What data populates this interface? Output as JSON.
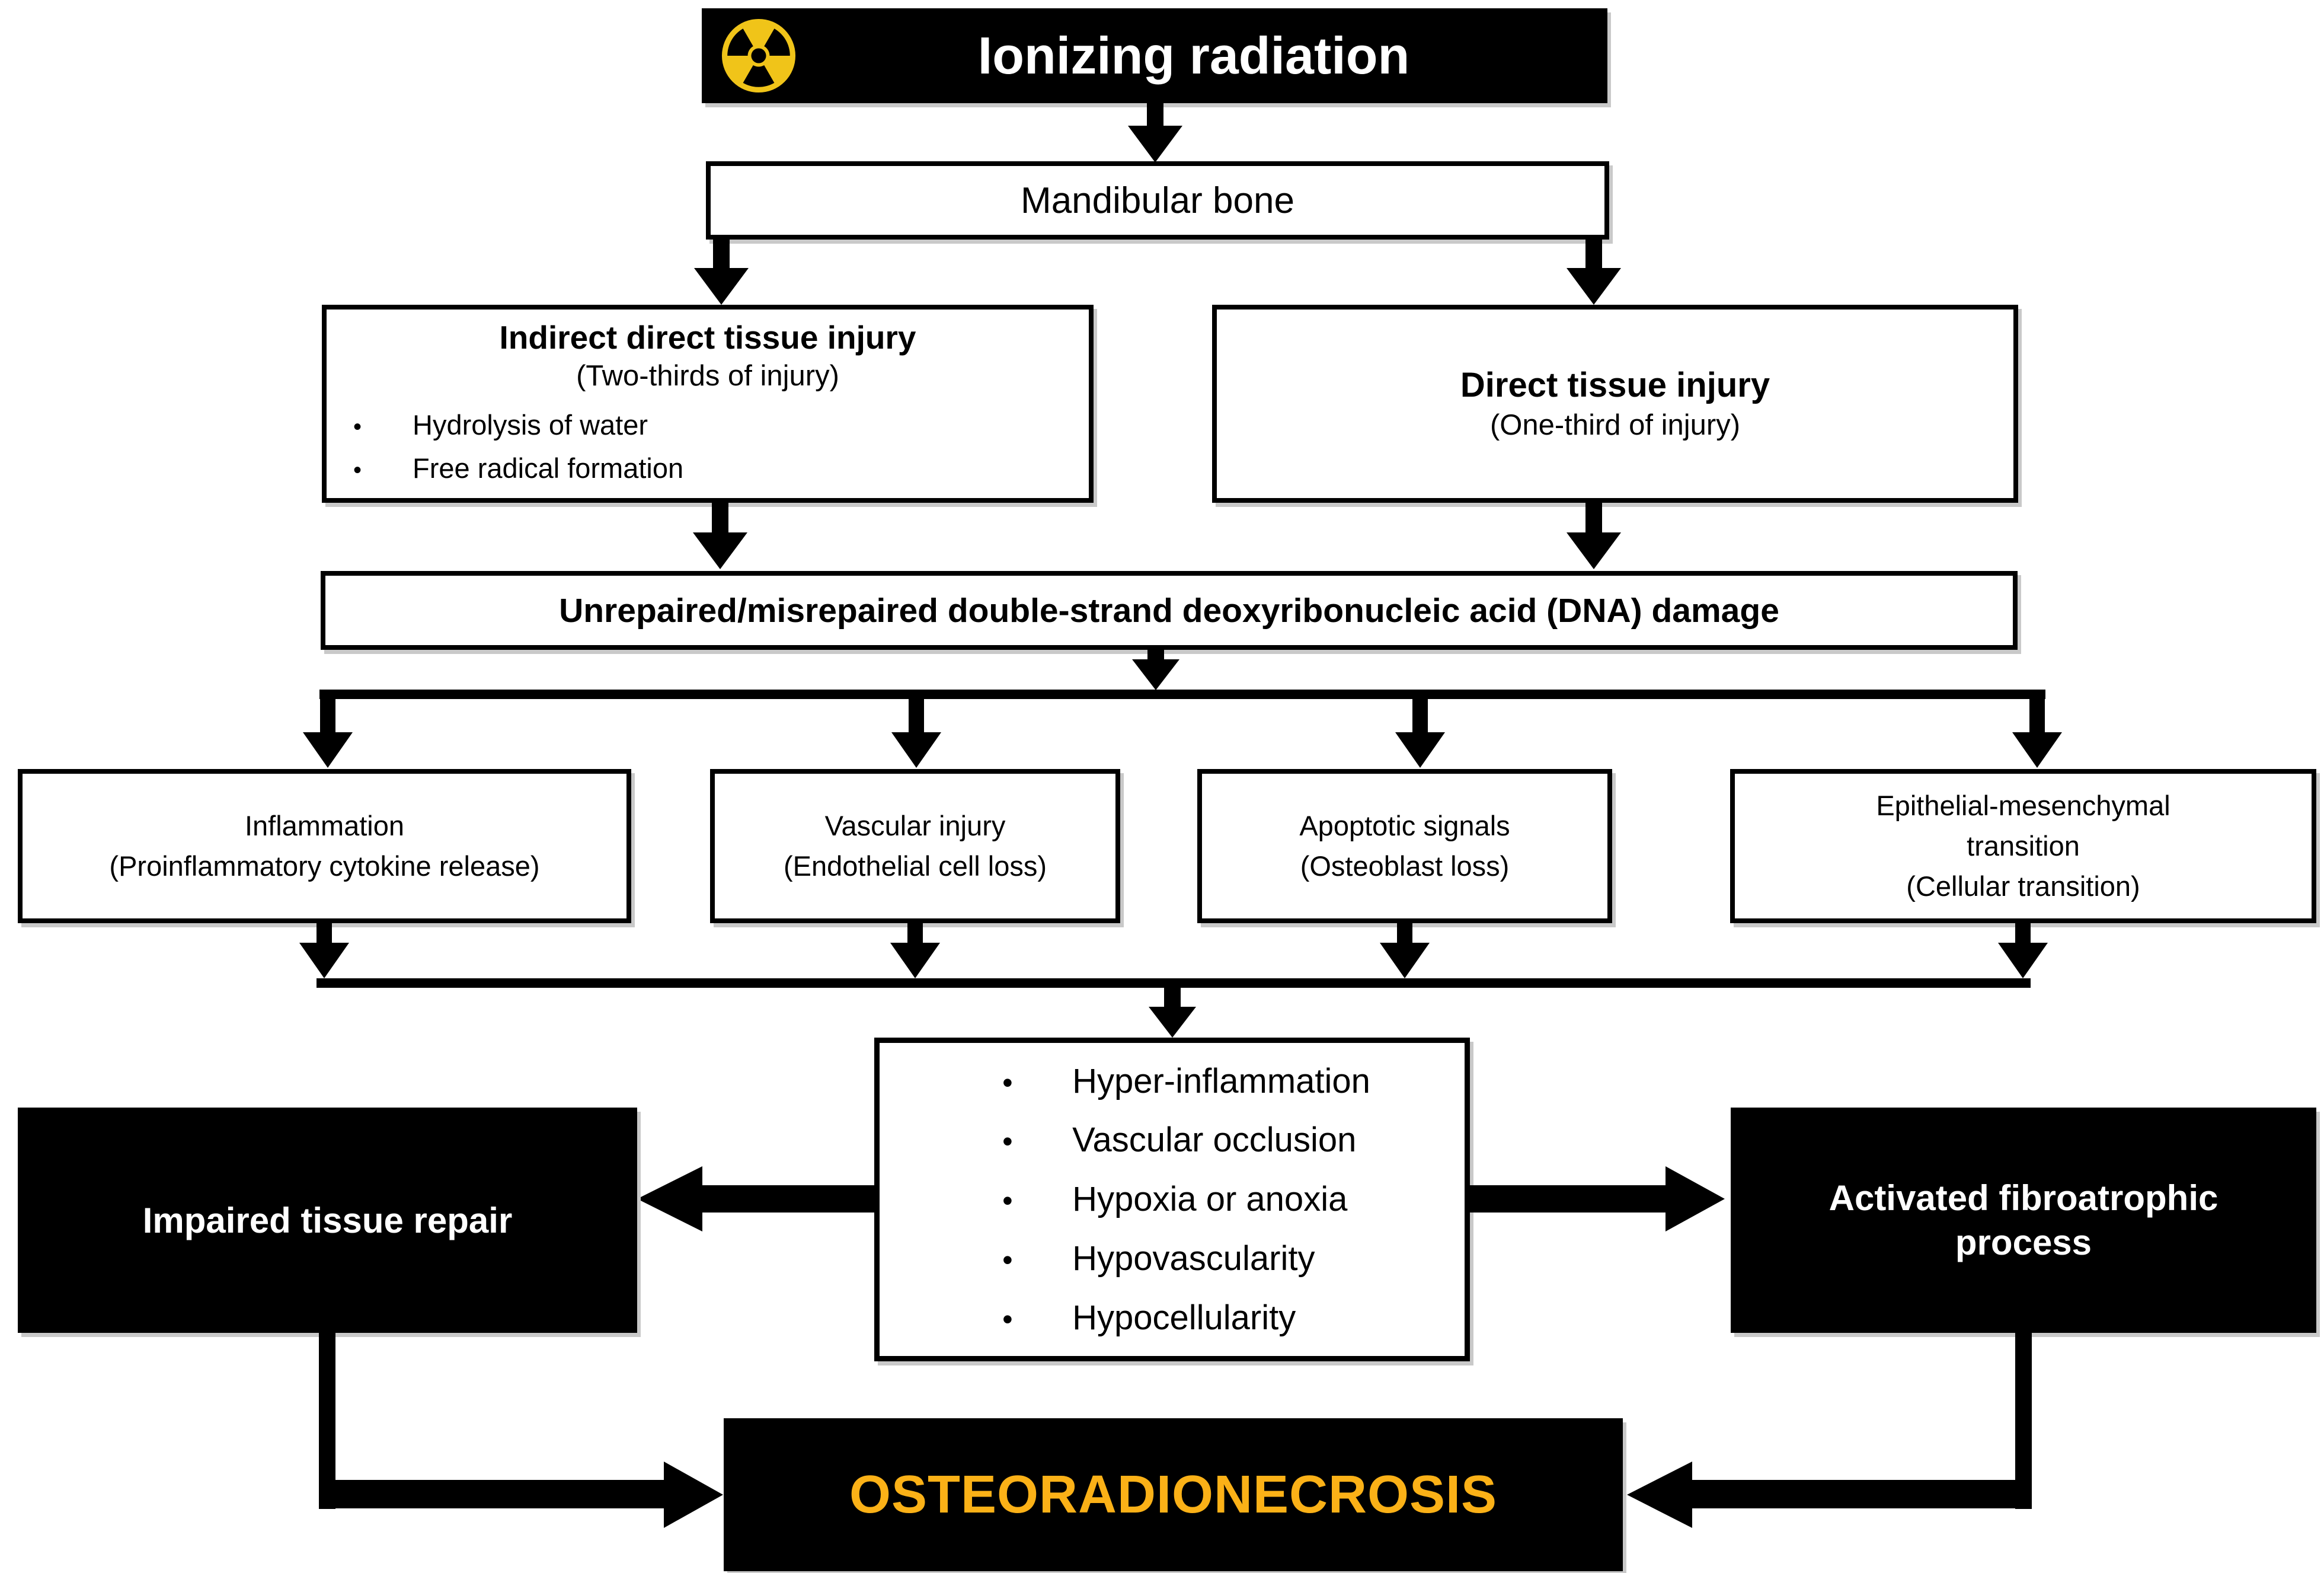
{
  "figure": {
    "description": "Pathophysiology flowchart of osteoradionecrosis of the mandibular bone"
  },
  "colors": {
    "box_black": "#000000",
    "text_white": "#ffffff",
    "radiation_yellow": "#F0C419",
    "orn_orange": "#FBB117"
  },
  "nodes": {
    "ionizing": {
      "label": "Ionizing radiation",
      "icon": "radiation-trefoil-icon"
    },
    "mandibular": {
      "label": "Mandibular bone"
    },
    "indirect": {
      "title": "Indirect direct tissue injury",
      "subtitle": "(Two-thirds of injury)",
      "bullets": [
        "Hydrolysis of water",
        "Free radical formation"
      ]
    },
    "direct": {
      "title": "Direct tissue injury",
      "subtitle": "(One-third of injury)"
    },
    "dna": {
      "label": "Unrepaired/misrepaired double-strand deoxyribonucleic acid (DNA) damage"
    },
    "inflammation": {
      "title": "Inflammation",
      "subtitle": "(Proinflammatory cytokine release)"
    },
    "vascular": {
      "title": "Vascular injury",
      "subtitle": "(Endothelial cell loss)"
    },
    "apoptotic": {
      "title": "Apoptotic signals",
      "subtitle": "(Osteoblast loss)"
    },
    "emt": {
      "title": "Epithelial-mesenchymal transition",
      "subtitle": "(Cellular transition)"
    },
    "consequences": {
      "bullets": [
        "Hyper-inflammation",
        "Vascular occlusion",
        "Hypoxia or anoxia",
        "Hypovascularity",
        "Hypocellularity"
      ]
    },
    "impaired": {
      "label": "Impaired tissue repair"
    },
    "activated": {
      "label": "Activated fibroatrophic process"
    },
    "orn": {
      "label": "OSTEORADIONECROSIS"
    }
  }
}
